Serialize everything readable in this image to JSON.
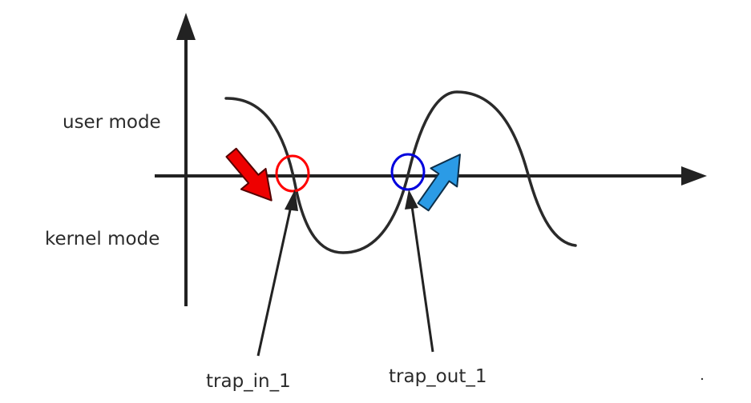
{
  "labels": {
    "user_mode": "user mode",
    "kernel_mode": "kernel mode",
    "trap_in": "trap_in_1",
    "trap_out": "trap_out_1"
  },
  "colors": {
    "axis": "#222222",
    "curve": "#2a2a2a",
    "trap_in_marker": "#ff0000",
    "trap_out_marker": "#0000dd",
    "trap_in_arrow": "#ee0000",
    "trap_out_arrow": "#2b9be6"
  },
  "icons": {
    "trap_in_arrow": "red-down-arrow-icon",
    "trap_out_arrow": "blue-up-arrow-icon"
  }
}
